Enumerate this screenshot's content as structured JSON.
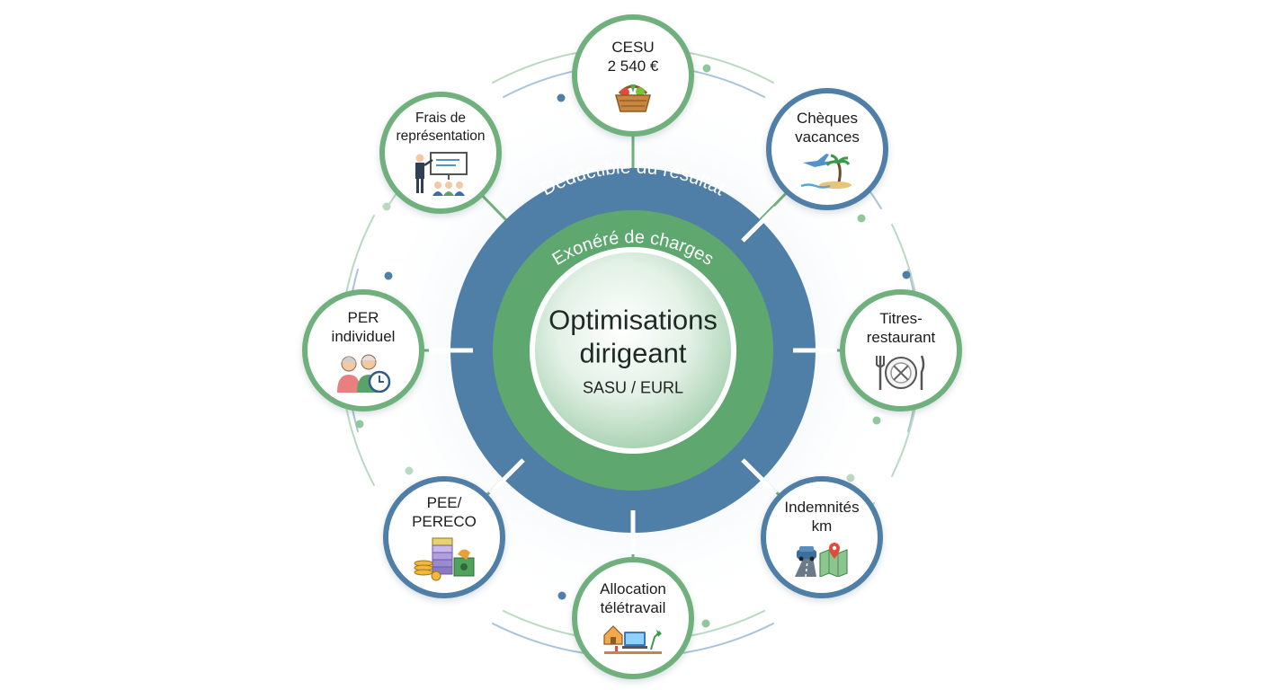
{
  "center": {
    "title": "Optimisations\ndirigeant",
    "subtitle": "SASU / EURL"
  },
  "rings": {
    "outer_label": "Déductible du résultat",
    "inner_label": "Exonéré de charges"
  },
  "colors": {
    "green": "#6fb07d",
    "blue": "#4f7ea6",
    "light_green": "#dcefe0"
  },
  "nodes": [
    {
      "label": "CESU\n2 540 €",
      "icon": "vegetable-basket-icon"
    },
    {
      "label": "Chèques\nvacances",
      "icon": "airplane-palm-island-icon"
    },
    {
      "label": "Titres-\nrestaurant",
      "icon": "plate-cutlery-icon"
    },
    {
      "label": "Indemnités\nkm",
      "icon": "car-map-pin-icon"
    },
    {
      "label": "Allocation\ntélétravail",
      "icon": "home-office-desk-icon"
    },
    {
      "label": "PEE/\nPERECO",
      "icon": "coins-banknotes-icon"
    },
    {
      "label": "PER\nindividuel",
      "icon": "retired-couple-clock-icon"
    },
    {
      "label": "Frais de\nreprésentation",
      "icon": "presentation-audience-icon"
    }
  ]
}
